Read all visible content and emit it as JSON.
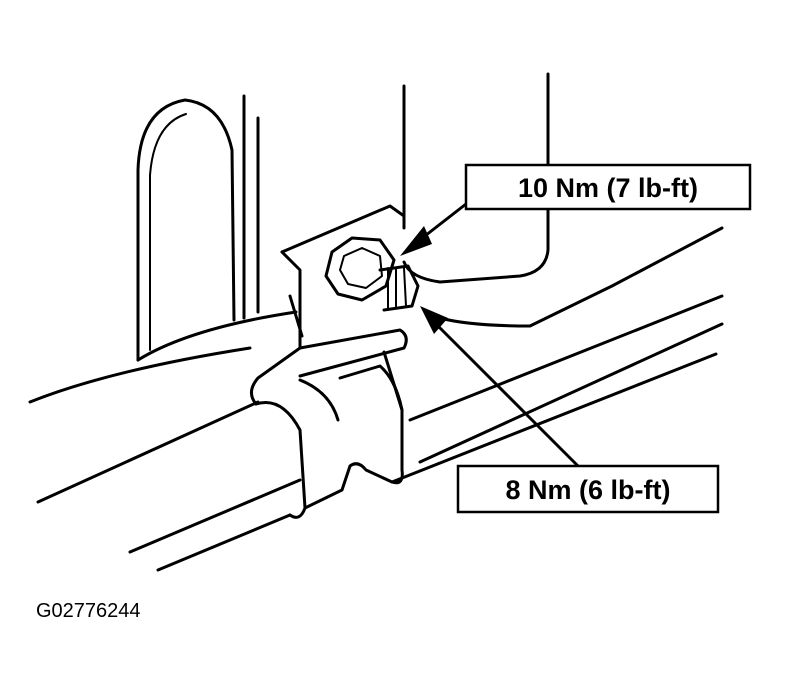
{
  "callouts": {
    "upper_torque": "10 Nm (7 lb-ft)",
    "lower_torque": "8 Nm (6 lb-ft)"
  },
  "figure_id": "G02776244"
}
